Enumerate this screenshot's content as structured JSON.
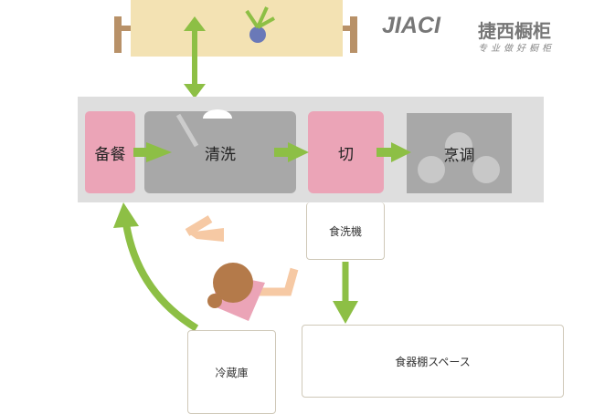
{
  "logo": {
    "brand": "JIACI",
    "name_cn": "捷西橱柜",
    "slogan": "专业做好橱柜"
  },
  "counter": {
    "prep": "备餐",
    "wash": "清洗",
    "cut": "切",
    "cook": "烹调"
  },
  "dishwasher": "食洗機",
  "shelf": "食器棚スペース",
  "fridge": "冷蔵庫",
  "colors": {
    "pink": "#eba4b7",
    "sink": "#a8a8a8",
    "counter": "#dedede",
    "arrow": "#8dbf45",
    "table": "#f3e2b3"
  }
}
